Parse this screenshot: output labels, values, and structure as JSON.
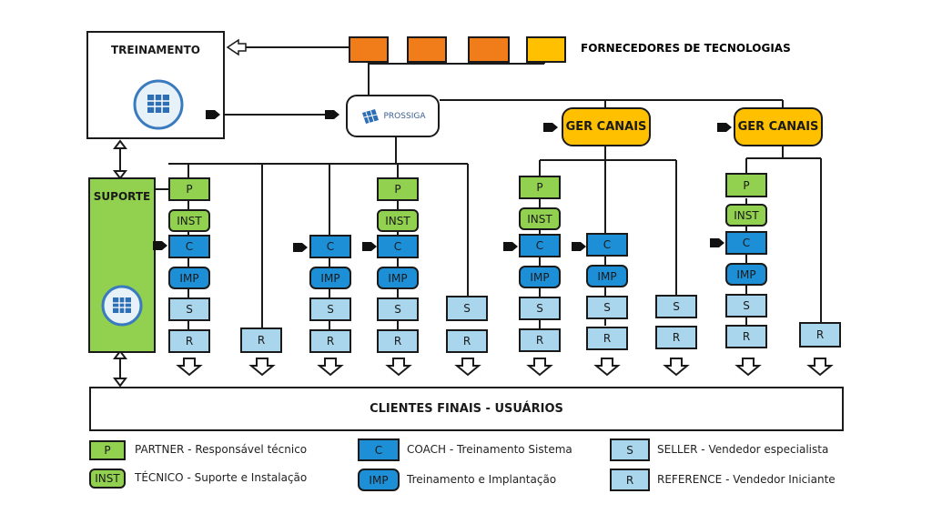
{
  "treinamento": {
    "label": "TREINAMENTO"
  },
  "suporte": {
    "label": "SUPORTE"
  },
  "fornecedores": {
    "label": "FORNECEDORES DE TECNOLOGIAS"
  },
  "prossiga": {
    "label": "PROSSIGA"
  },
  "ger_canais": {
    "label": "GER CANAIS"
  },
  "clientes": {
    "label": "CLIENTES FINAIS - USUÁRIOS"
  },
  "roles": {
    "p": "P",
    "inst": "INST",
    "c": "C",
    "imp": "IMP",
    "s": "S",
    "r": "R"
  },
  "legend": {
    "p": "PARTNER - Responsável técnico",
    "inst": "TÉCNICO - Suporte e Instalação",
    "c": "COACH - Treinamento Sistema",
    "imp": "Treinamento e Implantação",
    "s": "SELLER - Vendedor especialista",
    "r": "REFERENCE - Vendedor Iniciante"
  },
  "colors": {
    "partner": "#92d050",
    "coach": "#1d8fd6",
    "seller": "#a9d6ec",
    "ger": "#ffc000",
    "vendor_orange": "#f07d1a",
    "vendor_yellow": "#ffc000"
  }
}
